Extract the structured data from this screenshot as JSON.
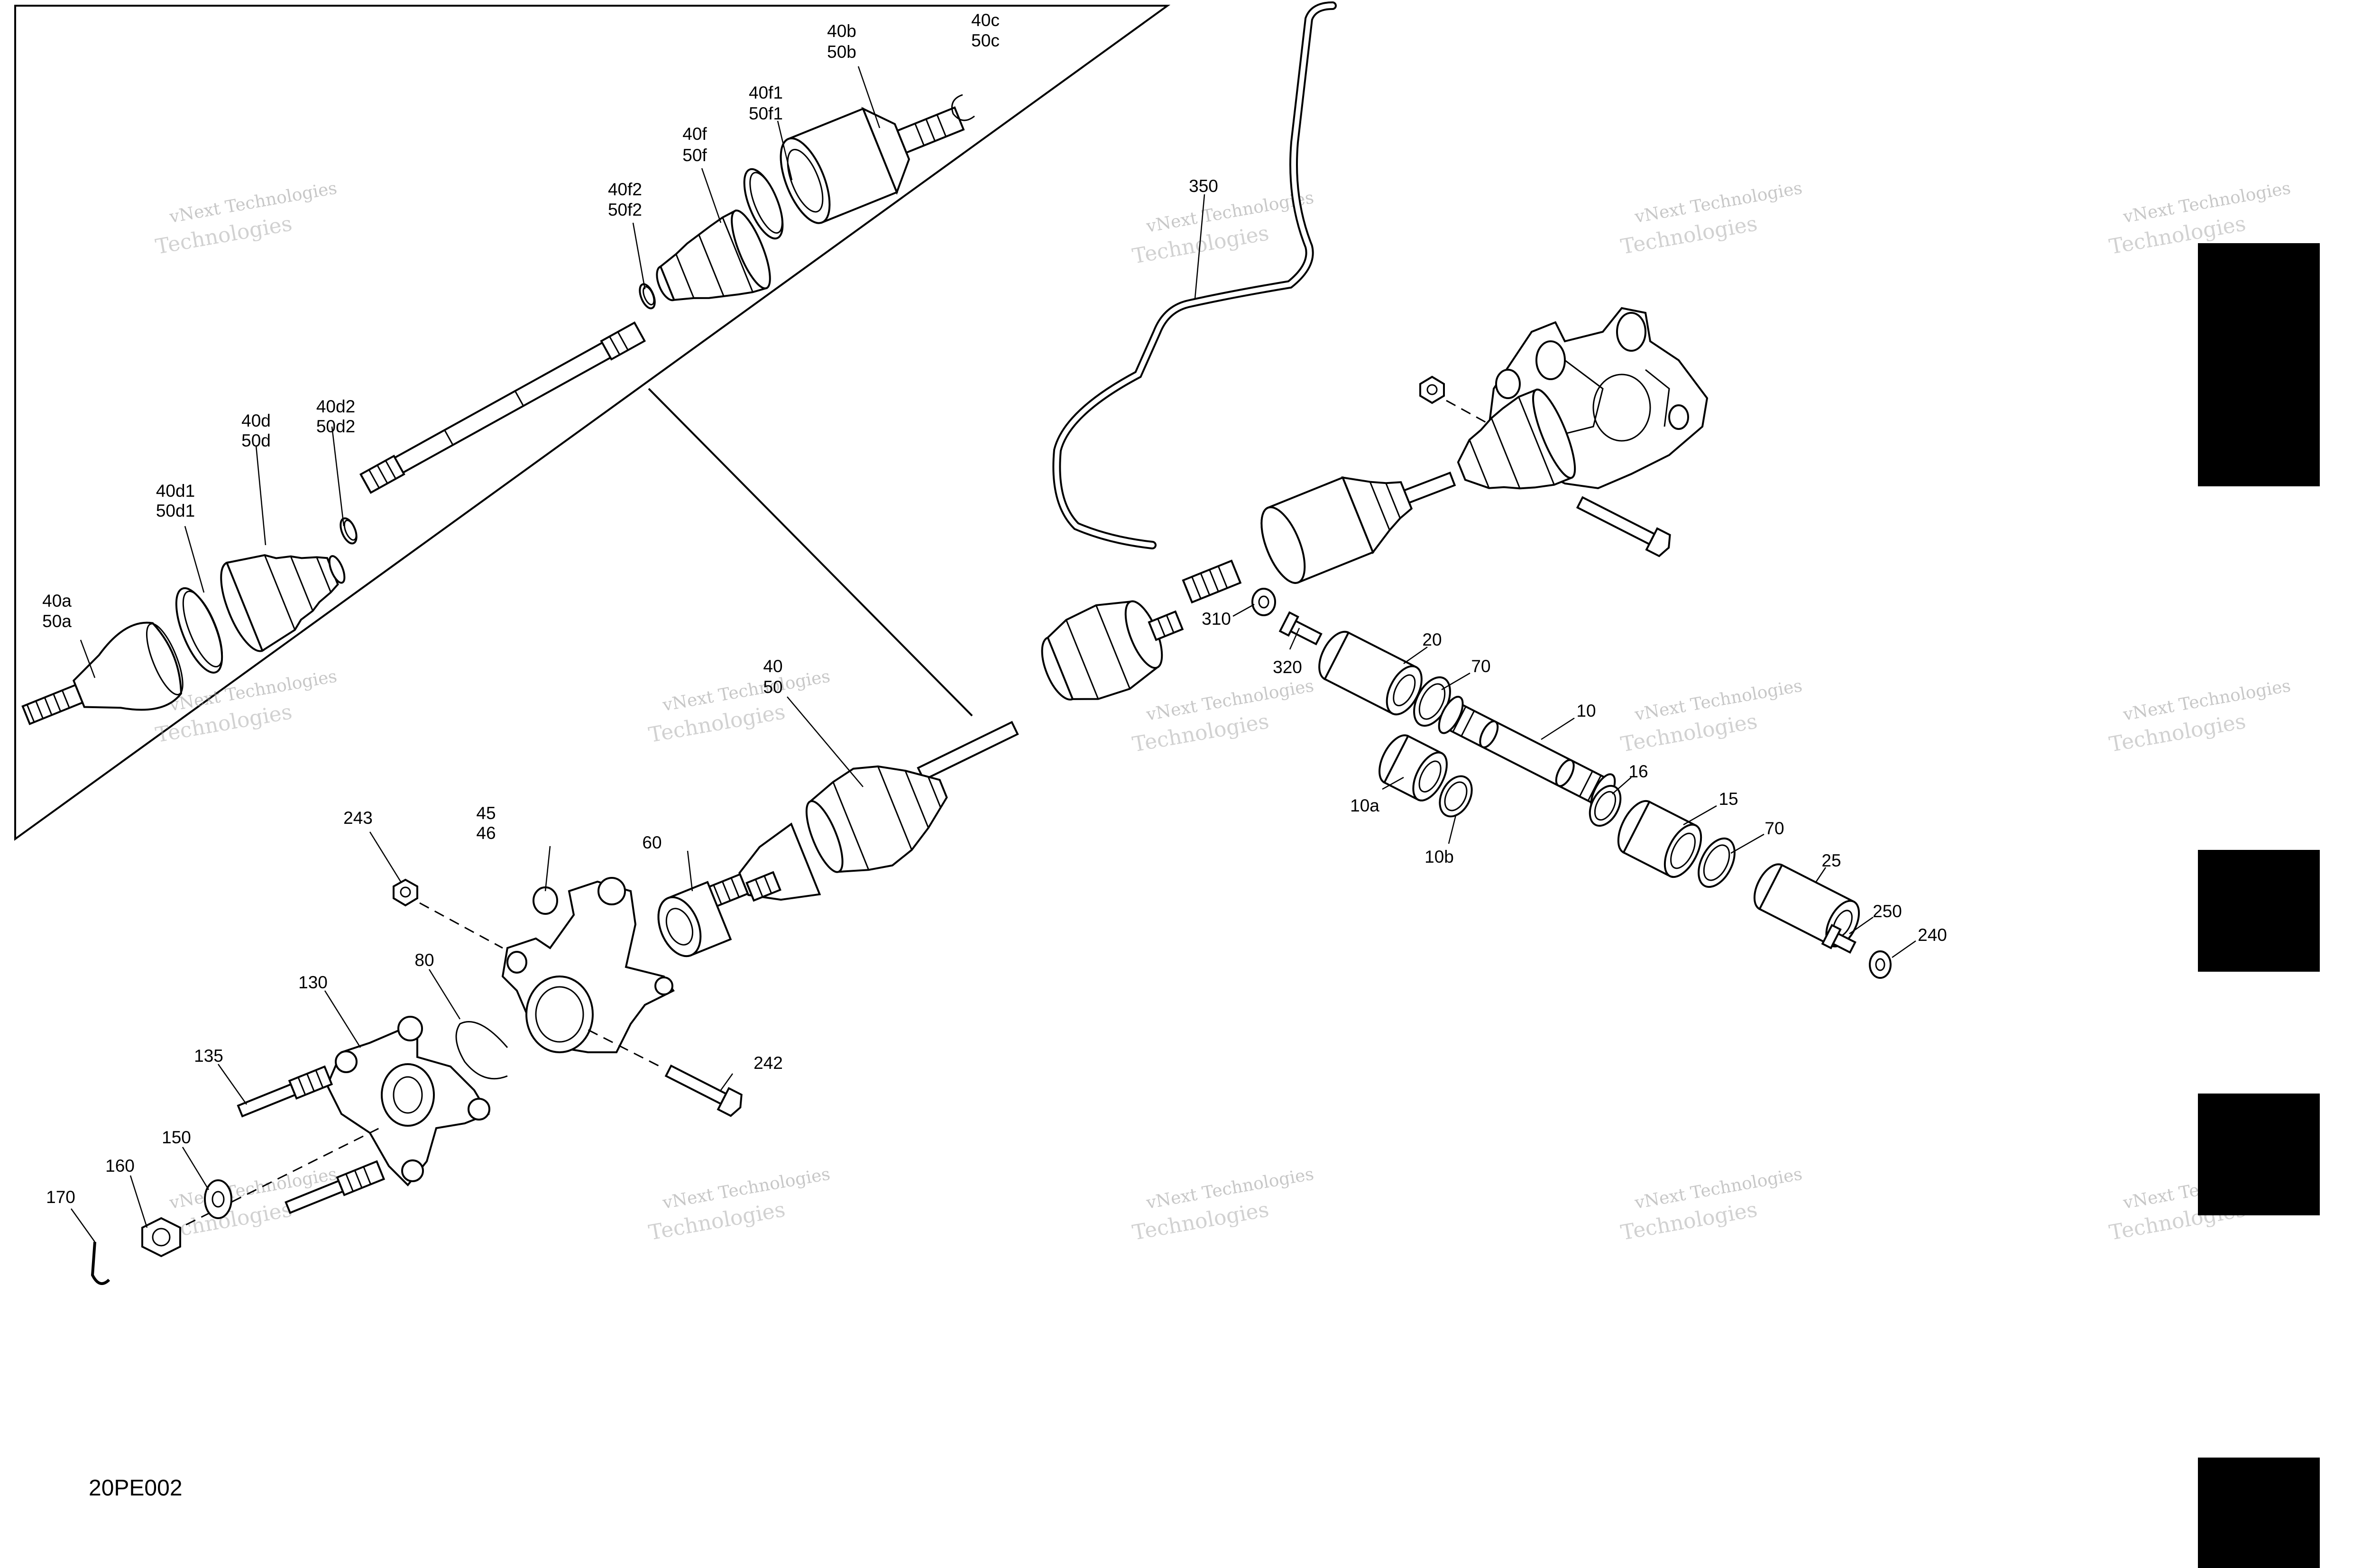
{
  "diagram_code": "20PE002",
  "watermark": {
    "line1": "vNext Technologies",
    "line2": "Technologies"
  },
  "labels": {
    "p40b_50b": [
      "40b",
      "50b"
    ],
    "p40c_50c": [
      "40c",
      "50c"
    ],
    "p40f1_50f1": [
      "40f1",
      "50f1"
    ],
    "p40f_50f": [
      "40f",
      "50f"
    ],
    "p40f2_50f2": [
      "40f2",
      "50f2"
    ],
    "p40d2_50d2": [
      "40d2",
      "50d2"
    ],
    "p40d_50d": [
      "40d",
      "50d"
    ],
    "p40d1_50d1": [
      "40d1",
      "50d1"
    ],
    "p40a_50a": [
      "40a",
      "50a"
    ],
    "p40_50": [
      "40",
      "50"
    ],
    "p45_46": [
      "45",
      "46"
    ],
    "p350": "350",
    "p310": "310",
    "p320": "320",
    "p20": "20",
    "p70a": "70",
    "p10": "10",
    "p10a": "10a",
    "p10b": "10b",
    "p16": "16",
    "p15": "15",
    "p70b": "70",
    "p25": "25",
    "p250": "250",
    "p240": "240",
    "p243": "243",
    "p60": "60",
    "p80": "80",
    "p130": "130",
    "p135": "135",
    "p150": "150",
    "p160": "160",
    "p170": "170",
    "p242": "242"
  }
}
